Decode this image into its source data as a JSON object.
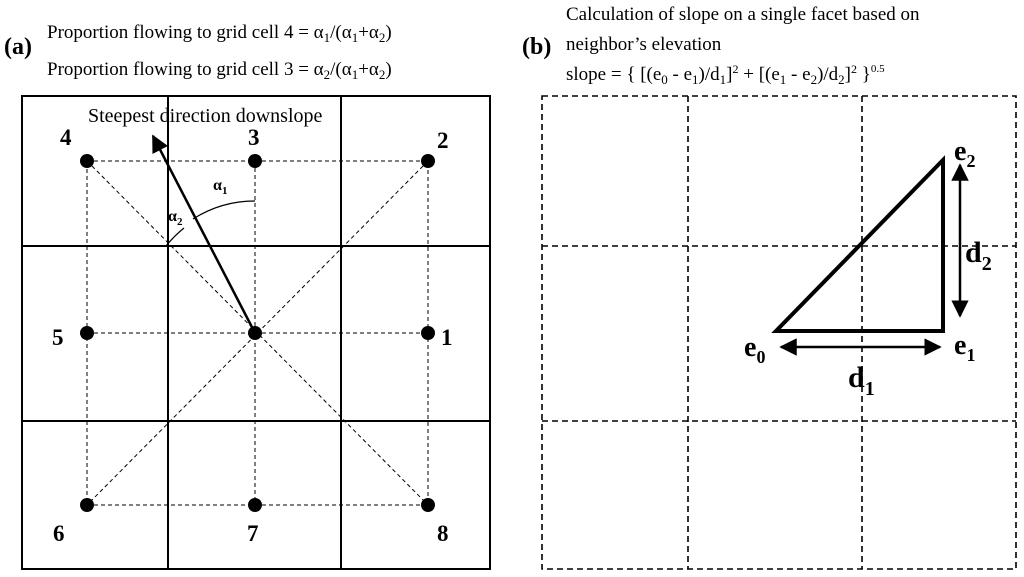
{
  "panel_a": {
    "label": "(a)",
    "eq1": {
      "prefix": "Proportion flowing to grid cell 4 = α",
      "s1": "1",
      "m1": "/(α",
      "s2": "1",
      "m2": "+α",
      "s3": "2",
      "suffix": ")"
    },
    "eq2": {
      "prefix": "Proportion flowing to grid cell 3 = α",
      "s1": "2",
      "m1": "/(α",
      "s2": "1",
      "m2": "+α",
      "s3": "2",
      "suffix": ")"
    },
    "arrow_label": "Steepest direction downslope",
    "angle1": {
      "base": "α",
      "sub": "1"
    },
    "angle2": {
      "base": "α",
      "sub": "2"
    },
    "neighbors": {
      "n1": "1",
      "n2": "2",
      "n3": "3",
      "n4": "4",
      "n5": "5",
      "n6": "6",
      "n7": "7",
      "n8": "8"
    }
  },
  "panel_b": {
    "label": "(b)",
    "title_line1": "Calculation of slope on a single facet based on",
    "title_line2": "neighbor’s elevation",
    "formula": {
      "t1": "slope = { [(e",
      "s1": "0",
      "t2": " - e",
      "s2": "1",
      "t3": ")/d",
      "s3": "1",
      "t4": "]",
      "p1": "2",
      "t5": " + [(e",
      "s4": "1",
      "t6": " - e",
      "s5": "2",
      "t7": ")/d",
      "s6": "2",
      "t8": "]",
      "p2": "2",
      "t9": " }",
      "p3": "0.5"
    },
    "e0": {
      "base": "e",
      "sub": "0"
    },
    "e1": {
      "base": "e",
      "sub": "1"
    },
    "e2": {
      "base": "e",
      "sub": "2"
    },
    "d1": {
      "base": "d",
      "sub": "1"
    },
    "d2": {
      "base": "d",
      "sub": "2"
    }
  }
}
